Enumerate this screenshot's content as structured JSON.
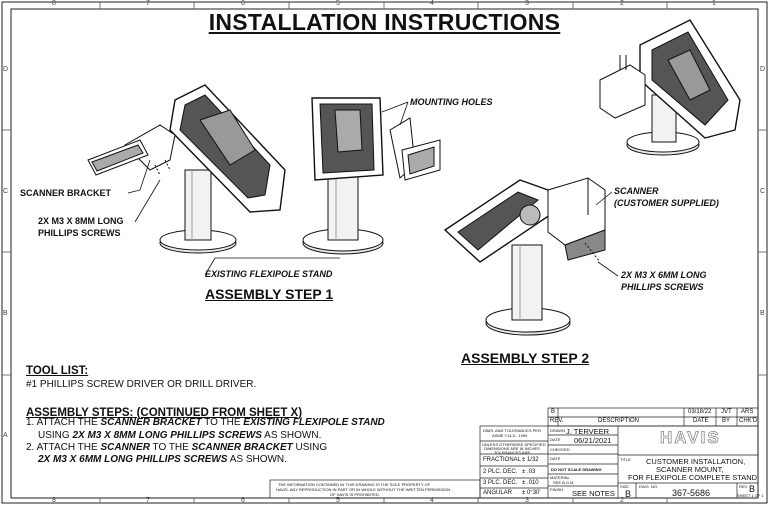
{
  "title": "INSTALLATION INSTRUCTIONS",
  "border": {
    "top_labels": [
      "8",
      "7",
      "6",
      "5",
      "4",
      "3",
      "2",
      "1"
    ],
    "side_labels": [
      "D",
      "C",
      "B",
      "A"
    ]
  },
  "callouts": {
    "mounting_holes": "MOUNTING HOLES",
    "scanner_bracket": "SCANNER BRACKET",
    "m3_8mm_line1": "2X M3 X 8MM LONG",
    "m3_8mm_line2": "PHILLIPS SCREWS",
    "existing_flexipole": "EXISTING FLEXIPOLE STAND",
    "scanner_line1": "SCANNER",
    "scanner_line2": "(CUSTOMER SUPPLIED)",
    "m3_6mm_line1": "2X M3 X 6MM LONG",
    "m3_6mm_line2": "PHILLIPS SCREWS"
  },
  "steps": {
    "step1": "ASSEMBLY STEP 1",
    "step2": "ASSEMBLY STEP 2"
  },
  "tool_list": {
    "heading": "TOOL LIST:",
    "line": "#1 PHILLIPS SCREW DRIVER  OR DRILL DRIVER."
  },
  "assembly_steps": {
    "heading": "ASSEMBLY STEPS:",
    "heading_suffix": " (CONTINUED FROM SHEET X)",
    "s1_a": "1. ATTACH THE ",
    "s1_b": "SCANNER BRACKET",
    "s1_c": " TO THE ",
    "s1_d": "EXISTING FLEXIPOLE STAND",
    "s1_e": "USING ",
    "s1_f": "2X M3 X 8MM LONG PHILLIPS SCREWS",
    "s1_g": " AS SHOWN.",
    "s2_a": "2. ATTACH THE ",
    "s2_b": "SCANNER",
    "s2_c": " TO THE ",
    "s2_d": "SCANNER BRACKET",
    "s2_e": " USING",
    "s2_f": "2X M3 X 6MM LONG PHILLIPS SCREWS",
    "s2_g": " AS SHOWN."
  },
  "title_block": {
    "rev_row": {
      "rev": "B",
      "date": "03/18/22",
      "by": "JVT",
      "chkd": "ARS"
    },
    "rev_head": {
      "rev": "REV.",
      "descr": "DESCRIPTION",
      "date": "DATE",
      "by": "BY",
      "chkd": "CHK'D"
    },
    "drawn_label": "DRAWN",
    "drawn_value": "J. TERVEER",
    "date_label": "DATE",
    "date_value": "06/21/2021",
    "checked_label": "CHECKED",
    "date2_label": "DATE",
    "scale_note": "DO  NOT  SCALE  DRAWING",
    "material_label": "MATERIAL",
    "material_value": "SEE B.O.M",
    "finish_label": "FINISH",
    "finish_value": "SEE NOTES",
    "dims_note_1": "DIMS. AND TOLERANCES PER",
    "dims_note_2": "ASME Y14.5 - 1994",
    "unless_1": "UNLESS OTHERWISE SPECIFIED",
    "unless_2": "DIMENSIONS ARE IN INCHES",
    "unless_3": "TOLERANCES ARE:",
    "tol_fractional_label": "FRACTIONAL",
    "tol_fractional": "±  1/32",
    "tol_2plc_label": "2 PLC. DEC.",
    "tol_2plc": "±  .03",
    "tol_3plc_label": "3 PLC. DEC.",
    "tol_3plc": "±  .010",
    "tol_angular_label": "ANGULAR",
    "tol_angular": "±  0°30'",
    "logo": "HAVIS",
    "title_label": "TITLE",
    "title_1": "CUSTOMER INSTALLATION,",
    "title_2": "SCANNER MOUNT,",
    "title_3": "FOR FLEXIPOLE COMPLETE STAND",
    "size_label": "SIZE",
    "size_value": "B",
    "dwg_label": "DWG. NO.",
    "dwg_value": "367-5686",
    "rev_label": "REV",
    "rev_value": "B",
    "sheet_label": "SHEET 1 OF 1",
    "proprietary_1": "THE INFORMATION CONTAINED IN THIS DRAWING IS THE SOLE PROPERTY OF",
    "proprietary_2": "HAVIS. ANY REPRODUCTION IN PART OR IN WHOLE WITHOUT THE WRITTEN PERMISSION",
    "proprietary_3": "OF HAVIS IS PROHIBITED."
  }
}
